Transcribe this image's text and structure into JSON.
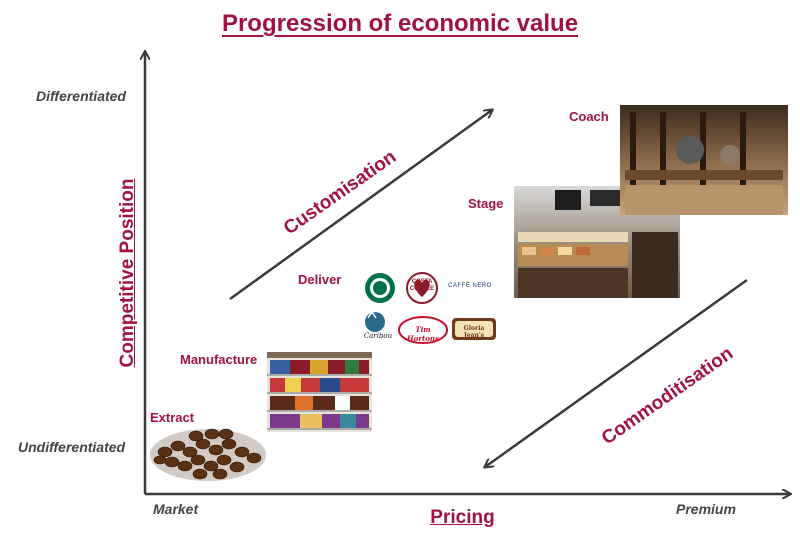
{
  "title": "Progression of economic value",
  "y_axis": {
    "label": "Competitive Position",
    "top_label": "Differentiated",
    "bottom_label": "Undifferentiated"
  },
  "x_axis": {
    "label": "Pricing",
    "left_label": "Market",
    "right_label": "Premium"
  },
  "stages": {
    "extract": "Extract",
    "manufacture": "Manufacture",
    "deliver": "Deliver",
    "stage": "Stage",
    "coach": "Coach"
  },
  "arrows": {
    "up": "Customisation",
    "down": "Commoditisation"
  },
  "brands": {
    "costa": "COSTA COFFEE",
    "caffe_nero": "CAFFÈ NERO",
    "caribou": "Caribou",
    "tim_hortons": "Tim Hortons",
    "gloria_jeans": "Gloria Jean's"
  },
  "colors": {
    "accent": "#a0133f",
    "axis": "#3a3a3a"
  }
}
